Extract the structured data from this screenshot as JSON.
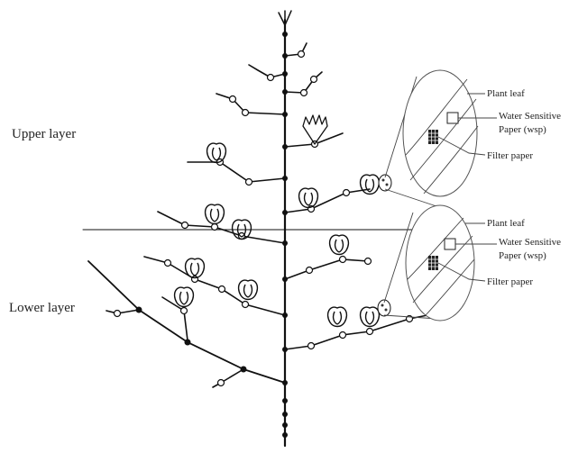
{
  "labels": {
    "upper_layer": "Upper layer",
    "lower_layer": "Lower layer"
  },
  "callout_upper": {
    "plant_leaf": "Plant leaf",
    "wsp_line1": "Water Sensitive",
    "wsp_line2": "Paper (wsp)",
    "filter_paper": "Filter paper"
  },
  "callout_lower": {
    "plant_leaf": "Plant leaf",
    "wsp_line1": "Water Sensitive",
    "wsp_line2": "Paper (wsp)",
    "filter_paper": "Filter paper"
  }
}
